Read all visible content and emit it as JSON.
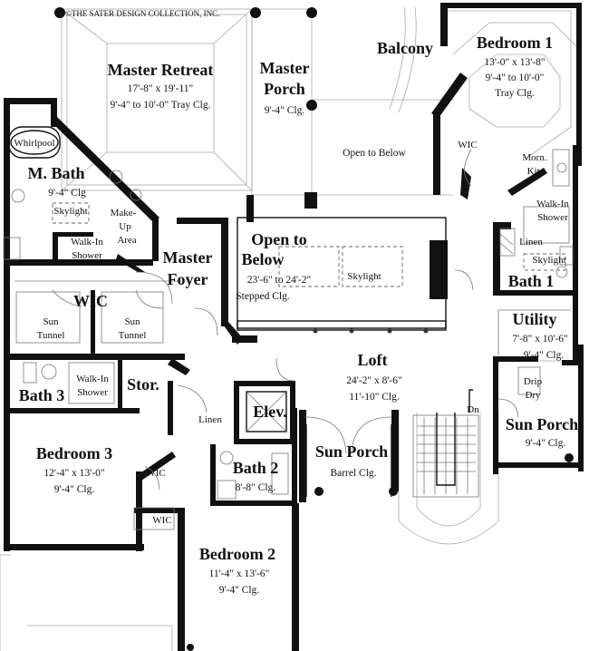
{
  "copyright": "©THE SATER DESIGN COLLECTION, INC.",
  "rooms": {
    "master_retreat": {
      "name": "Master Retreat",
      "dims": "17'-8\" x 19'-11\"",
      "ceiling": "9'-4\" to 10'-0\" Tray Clg."
    },
    "master_porch": {
      "name1": "Master",
      "name2": "Porch",
      "ceiling": "9'-4\" Clg."
    },
    "balcony": {
      "name": "Balcony"
    },
    "bedroom1": {
      "name": "Bedroom 1",
      "dims": "13'-0\" x 13'-8\"",
      "ceiling1": "9'-4\" to 10'-0\"",
      "ceiling2": "Tray Clg."
    },
    "open_below_top": {
      "name": "Open to Below"
    },
    "whirlpool": {
      "name": "Whirlpool"
    },
    "m_bath": {
      "name": "M. Bath",
      "ceiling": "9'-4\" Clg",
      "skylight": "Skylight"
    },
    "makeup": {
      "line1": "Make-",
      "line2": "Up",
      "line3": "Area"
    },
    "walkin_shower_master": {
      "line1": "Walk-In",
      "line2": "Shower"
    },
    "master_foyer": {
      "name1": "Master",
      "name2": "Foyer"
    },
    "open_below_center": {
      "name1": "Open to",
      "name2": "Below",
      "dims": "23'-6\" to 24'-2\"",
      "ceiling": "Stepped Clg.",
      "skylight": "Skylight"
    },
    "wic_master_closet": {
      "name": "WIC"
    },
    "wic_bed1": {
      "name": "WIC"
    },
    "morn_kit": {
      "line1": "Morn.",
      "line2": "Kit."
    },
    "walkin_shower_bath1": {
      "line1": "Walk-In",
      "line2": "Shower"
    },
    "linen_bath1": {
      "name": "Linen"
    },
    "skylight_bath1": {
      "name": "Skylight"
    },
    "bath1": {
      "name": "Bath 1"
    },
    "sun_tunnel_left": {
      "line1": "Sun",
      "line2": "Tunnel"
    },
    "sun_tunnel_right": {
      "line1": "Sun",
      "line2": "Tunnel"
    },
    "utility": {
      "name": "Utility",
      "dims": "7'-8\" x 10'-6\"",
      "ceiling": "9'-4\" Clg."
    },
    "drip_dry": {
      "line1": "Drip",
      "line2": "Dry"
    },
    "loft": {
      "name": "Loft",
      "dims": "24'-2\" x 8'-6\"",
      "ceiling": "11'-10\" Clg."
    },
    "bath3": {
      "name": "Bath 3"
    },
    "walkin_shower_bath3": {
      "line1": "Walk-In",
      "line2": "Shower"
    },
    "stor": {
      "name": "Stor."
    },
    "linen_hall": {
      "name": "Linen"
    },
    "elev": {
      "name": "Elev."
    },
    "dn": {
      "name": "Dn"
    },
    "sun_porch_right": {
      "name": "Sun Porch",
      "ceiling": "9'-4\" Clg."
    },
    "sun_porch_center": {
      "name": "Sun Porch",
      "ceiling": "Barrel Clg."
    },
    "bedroom3": {
      "name": "Bedroom 3",
      "dims": "12'-4\" x 13'-0\"",
      "ceiling": "9'-4\" Clg."
    },
    "wic_bed3": {
      "name": "WIC"
    },
    "bath2": {
      "name": "Bath 2",
      "ceiling": "8'-8\" Clg."
    },
    "wic_bed2": {
      "name": "WIC"
    },
    "bedroom2": {
      "name": "Bedroom 2",
      "dims": "11'-4\" x 13'-6\"",
      "ceiling": "9'-4\" Clg."
    }
  }
}
